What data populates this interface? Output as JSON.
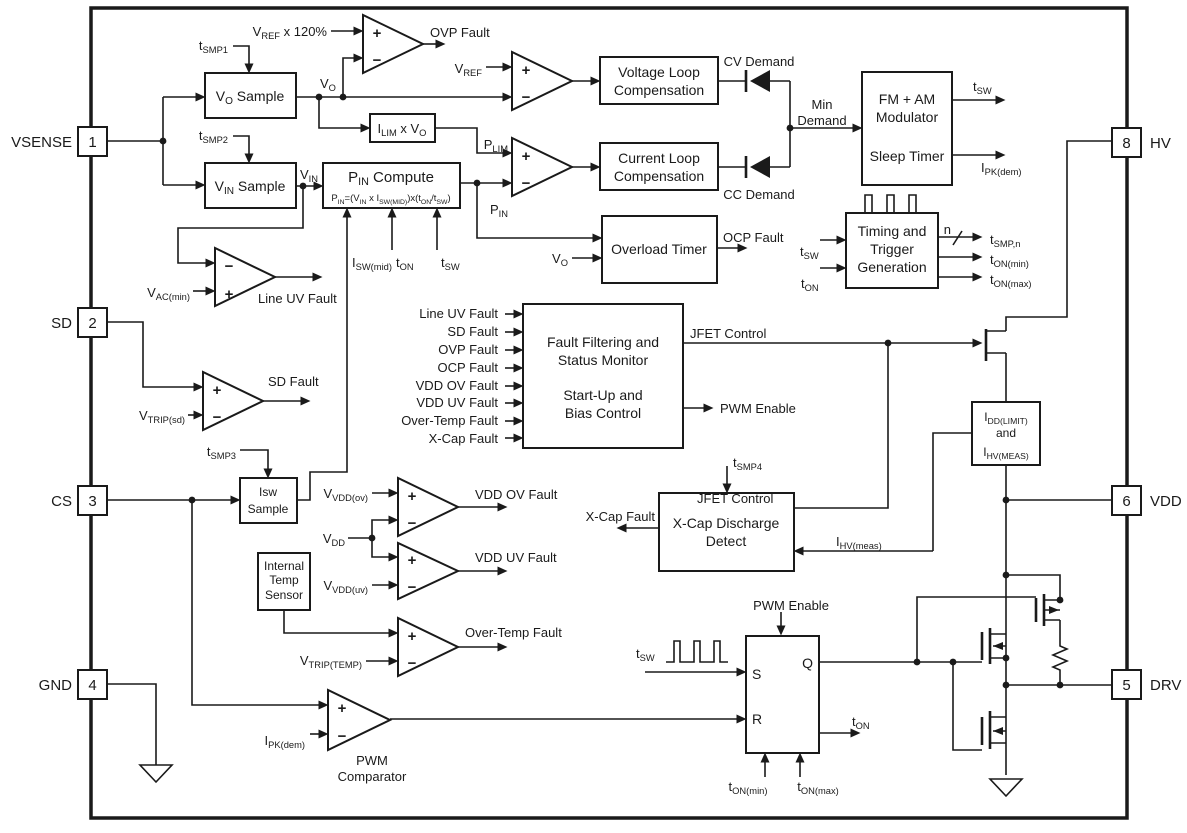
{
  "title": "Power Controller Functional Block Diagram",
  "colors": {
    "line": "#1a1a1a",
    "background": "#ffffff"
  },
  "pins": {
    "vsense": {
      "num": "1",
      "name": "VSENSE"
    },
    "sd": {
      "num": "2",
      "name": "SD"
    },
    "cs": {
      "num": "3",
      "name": "CS"
    },
    "gnd": {
      "num": "4",
      "name": "GND"
    },
    "hv": {
      "num": "8",
      "name": "HV"
    },
    "vdd": {
      "num": "6",
      "name": "VDD"
    },
    "drv": {
      "num": "5",
      "name": "DRV"
    }
  },
  "blocks": {
    "vloop1": "Voltage Loop",
    "vloop2": "Compensation",
    "cloop1": "Current Loop",
    "cloop2": "Compensation",
    "overload": "Overload Timer",
    "fmam1": "FM + AM",
    "fmam2": "Modulator",
    "fmam3": "Sleep Timer",
    "timing1": "Timing and",
    "timing2": "Trigger",
    "timing3": "Generation",
    "fault1": "Fault Filtering and",
    "fault2": "Status Monitor",
    "fault3": "Start-Up and",
    "fault4": "Bias Control",
    "xcap1": "X-Cap Discharge",
    "xcap2": "Detect",
    "isw1": "Isw",
    "isw2": "Sample",
    "temp1": "Internal",
    "temp2": "Temp",
    "temp3": "Sensor",
    "idd2": "and"
  },
  "labels": {
    "ovp_fault": "OVP Fault",
    "cv_demand": "CV Demand",
    "cc_demand": "CC Demand",
    "min1": "Min",
    "min2": "Demand",
    "ocp_fault": "OCP Fault",
    "line_uv_fault": "Line UV Fault",
    "sd_fault": "SD Fault",
    "vdd_ov_fault": "VDD OV Fault",
    "vdd_uv_fault": "VDD UV Fault",
    "over_temp_fault": "Over-Temp Fault",
    "x_cap_fault": "X-Cap Fault",
    "jfet_control": "JFET Control",
    "pwm_enable": "PWM Enable",
    "pwm_line1": "PWM",
    "pwm_line2": "Comparator",
    "n": "n",
    "plus": "+",
    "minus": "−",
    "s": "S",
    "r": "R",
    "q": "Q"
  },
  "fault_inputs": [
    "Line UV Fault",
    "SD Fault",
    "OVP Fault",
    "OCP Fault",
    "VDD OV Fault",
    "VDD UV Fault",
    "Over-Temp Fault",
    "X-Cap Fault"
  ],
  "parts": {
    "vo_sample": [
      {
        "t": "V"
      },
      {
        "t": "O",
        "s": 1
      },
      {
        "t": " Sample"
      }
    ],
    "vin_sample": [
      {
        "t": "V"
      },
      {
        "t": "IN",
        "s": 1
      },
      {
        "t": " Sample"
      }
    ],
    "ilim": [
      {
        "t": "I"
      },
      {
        "t": "LIM",
        "s": 1
      },
      {
        "t": " x V"
      },
      {
        "t": "O",
        "s": 1
      }
    ],
    "pin_title": [
      {
        "t": "P"
      },
      {
        "t": "IN",
        "s": 1
      },
      {
        "t": " Compute"
      }
    ],
    "pin_formula": [
      {
        "t": "P"
      },
      {
        "t": "IN",
        "s": 1
      },
      {
        "t": "=(V"
      },
      {
        "t": "IN",
        "s": 1
      },
      {
        "t": " x I"
      },
      {
        "t": "SW(MID)",
        "s": 1
      },
      {
        "t": ")x(t"
      },
      {
        "t": "ON",
        "s": 1
      },
      {
        "t": "/t"
      },
      {
        "t": "SW",
        "s": 1
      },
      {
        "t": ")"
      }
    ],
    "idd1": [
      {
        "t": "I"
      },
      {
        "t": "DD(LIMIT)",
        "s": 1
      }
    ],
    "idd3": [
      {
        "t": "I"
      },
      {
        "t": "HV(MEAS)",
        "s": 1
      }
    ],
    "tsmp1": [
      {
        "t": "t"
      },
      {
        "t": "SMP1",
        "s": 1
      }
    ],
    "tsmp2": [
      {
        "t": "t"
      },
      {
        "t": "SMP2",
        "s": 1
      }
    ],
    "tsmp3": [
      {
        "t": "t"
      },
      {
        "t": "SMP3",
        "s": 1
      }
    ],
    "tsmp4": [
      {
        "t": "t"
      },
      {
        "t": "SMP4",
        "s": 1
      }
    ],
    "vref120": [
      {
        "t": "V"
      },
      {
        "t": "REF",
        "s": 1
      },
      {
        "t": " x 120%"
      }
    ],
    "vref": [
      {
        "t": "V"
      },
      {
        "t": "REF",
        "s": 1
      }
    ],
    "vo": [
      {
        "t": "V"
      },
      {
        "t": "O",
        "s": 1
      }
    ],
    "vin": [
      {
        "t": "V"
      },
      {
        "t": "IN",
        "s": 1
      }
    ],
    "plim": [
      {
        "t": "P"
      },
      {
        "t": "LIM",
        "s": 1
      }
    ],
    "pin": [
      {
        "t": "P"
      },
      {
        "t": "IN",
        "s": 1
      }
    ],
    "isw_mid": [
      {
        "t": "I"
      },
      {
        "t": "SW(mid)",
        "s": 1
      }
    ],
    "ton": [
      {
        "t": "t"
      },
      {
        "t": "ON",
        "s": 1
      }
    ],
    "tsw": [
      {
        "t": "t"
      },
      {
        "t": "SW",
        "s": 1
      }
    ],
    "vac_min": [
      {
        "t": "V"
      },
      {
        "t": "AC(min)",
        "s": 1
      }
    ],
    "vtrip_sd": [
      {
        "t": "V"
      },
      {
        "t": "TRIP(sd)",
        "s": 1
      }
    ],
    "vvdd_ov": [
      {
        "t": "V"
      },
      {
        "t": "VDD(ov)",
        "s": 1
      }
    ],
    "vdd": [
      {
        "t": "V"
      },
      {
        "t": "DD",
        "s": 1
      }
    ],
    "vvdd_uv": [
      {
        "t": "V"
      },
      {
        "t": "VDD(uv)",
        "s": 1
      }
    ],
    "vtrip_temp": [
      {
        "t": "V"
      },
      {
        "t": "TRIP(TEMP)",
        "s": 1
      }
    ],
    "ipk_dem": [
      {
        "t": "I"
      },
      {
        "t": "PK(dem)",
        "s": 1
      }
    ],
    "tsmp_n": [
      {
        "t": "t"
      },
      {
        "t": "SMP,n",
        "s": 1
      }
    ],
    "ton_min": [
      {
        "t": "t"
      },
      {
        "t": "ON(min)",
        "s": 1
      }
    ],
    "ton_max": [
      {
        "t": "t"
      },
      {
        "t": "ON(max)",
        "s": 1
      }
    ]
  }
}
